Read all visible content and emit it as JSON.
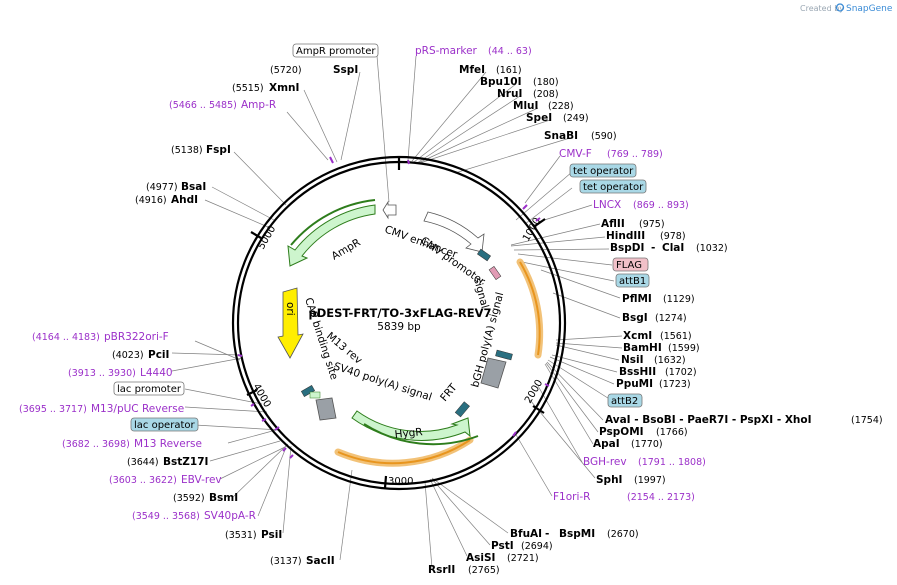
{
  "credit": {
    "created_by": "Created by",
    "brand": "SnapGene"
  },
  "plasmid": {
    "name": "pDEST-FRT/TO-3xFLAG-REV7",
    "size": "5839 bp"
  },
  "ticks": [
    "1000",
    "2000",
    "3000",
    "4000",
    "5000"
  ],
  "features": {
    "ampr_promoter": "AmpR promoter",
    "ampr": "AmpR",
    "cmv_enhancer": "CMV enhancer",
    "cmv_promoter": "CMV promoter",
    "ori": "ori",
    "cap_binding_site": "CAP binding site",
    "m13_rev": "M13 rev",
    "sv40_polya": "SV40 poly(A) signal",
    "frt": "FRT",
    "hygr": "HygR",
    "bgh_polya": "bGH poly(A) signal",
    "tet_operator_1": "tet operator",
    "tet_operator_2": "tet operator",
    "flag": "FLAG",
    "attb1": "attB1",
    "attb2": "attB2",
    "lac_promoter": "lac promoter",
    "lac_operator": "lac operator"
  },
  "enzymes": {
    "sspi": {
      "name": "SspI",
      "pos": "(5720)"
    },
    "xmni": {
      "name": "XmnI",
      "pos": "(5515)"
    },
    "fspi": {
      "name": "FspI",
      "pos": "(5138)"
    },
    "bsai": {
      "name": "BsaI",
      "pos": "(4977)"
    },
    "ahdi": {
      "name": "AhdI",
      "pos": "(4916)"
    },
    "pcii": {
      "name": "PciI",
      "pos": "(4023)"
    },
    "bstz17i": {
      "name": "BstZ17I",
      "pos": "(3644)"
    },
    "bsmi": {
      "name": "BsmI",
      "pos": "(3592)"
    },
    "psii": {
      "name": "PsiI",
      "pos": "(3531)"
    },
    "sacii": {
      "name": "SacII",
      "pos": "(3137)"
    },
    "mfei": {
      "name": "MfeI",
      "pos": "(161)"
    },
    "bpu10i": {
      "name": "Bpu10I",
      "pos": "(180)"
    },
    "nrui": {
      "name": "NruI",
      "pos": "(208)"
    },
    "mlui": {
      "name": "MluI",
      "pos": "(228)"
    },
    "spei": {
      "name": "SpeI",
      "pos": "(249)"
    },
    "snabi": {
      "name": "SnaBI",
      "pos": "(590)"
    },
    "aflii": {
      "name": "AflII",
      "pos": "(975)"
    },
    "hindiii": {
      "name": "HindIII",
      "pos": "(978)"
    },
    "bspdi": {
      "name": "BspDI",
      "sep": " - ",
      "name2": "ClaI",
      "pos": "(1032)"
    },
    "pflmi": {
      "name": "PflMI",
      "pos": "(1129)"
    },
    "bsgi": {
      "name": "BsgI",
      "pos": "(1274)"
    },
    "xcmi": {
      "name": "XcmI",
      "pos": "(1561)"
    },
    "bamhi": {
      "name": "BamHI",
      "pos": "(1599)"
    },
    "nsii": {
      "name": "NsiI",
      "pos": "(1632)"
    },
    "bsshii": {
      "name": "BssHII",
      "pos": "(1702)"
    },
    "ppumi": {
      "name": "PpuMI",
      "pos": "(1723)"
    },
    "avai_group": {
      "names": "AvaI  - BsoBI  - PaeR7I  - PspXI  - XhoI",
      "pos": "(1754)"
    },
    "pspomi": {
      "name": "PspOMI",
      "pos": "(1766)"
    },
    "apai": {
      "name": "ApaI",
      "pos": "(1770)"
    },
    "sphi": {
      "name": "SphI",
      "pos": "(1997)"
    },
    "bfuai": {
      "name": "BfuAI",
      "sep": " - ",
      "name2": "BspMI",
      "pos": "(2670)"
    },
    "psti": {
      "name": "PstI",
      "pos": "(2694)"
    },
    "asisi": {
      "name": "AsiSI",
      "pos": "(2721)"
    },
    "rsrii": {
      "name": "RsrII",
      "pos": "(2765)"
    }
  },
  "primers": {
    "prs_marker": {
      "name": "pRS-marker",
      "pos": "(44 .. 63)"
    },
    "amp_r": {
      "name": "Amp-R",
      "pos": "(5466 .. 5485)"
    },
    "cmv_f": {
      "name": "CMV-F",
      "pos": "(769 .. 789)"
    },
    "lncx": {
      "name": "LNCX",
      "pos": "(869 .. 893)"
    },
    "pbr322ori_f": {
      "name": "pBR322ori-F",
      "pos": "(4164 .. 4183)"
    },
    "l4440": {
      "name": "L4440",
      "pos": "(3913 .. 3930)"
    },
    "m13_puc_reverse": {
      "name": "M13/pUC Reverse",
      "pos": "(3695 .. 3717)"
    },
    "m13_reverse": {
      "name": "M13 Reverse",
      "pos": "(3682 .. 3698)"
    },
    "ebv_rev": {
      "name": "EBV-rev",
      "pos": "(3603 .. 3622)"
    },
    "sv40pa_r": {
      "name": "SV40pA-R",
      "pos": "(3549 .. 3568)"
    },
    "bgh_rev": {
      "name": "BGH-rev",
      "pos": "(1791 .. 1808)"
    },
    "f1ori_r": {
      "name": "F1ori-R",
      "pos": "(2154 .. 2173)"
    }
  },
  "colors": {
    "ampr_fill": "#cdf5cd",
    "ampr_outline": "#2e7d1c",
    "ori_fill": "#ffee00",
    "frt_fill": "#2a6f80",
    "polya_fill": "#9aa0a6",
    "highlight": "#f2c278",
    "feature_orange": "#e8951e",
    "primer": "#9b30c9",
    "tag_fill": "#a9d8e6",
    "flag_fill": "#f1c0c8"
  }
}
